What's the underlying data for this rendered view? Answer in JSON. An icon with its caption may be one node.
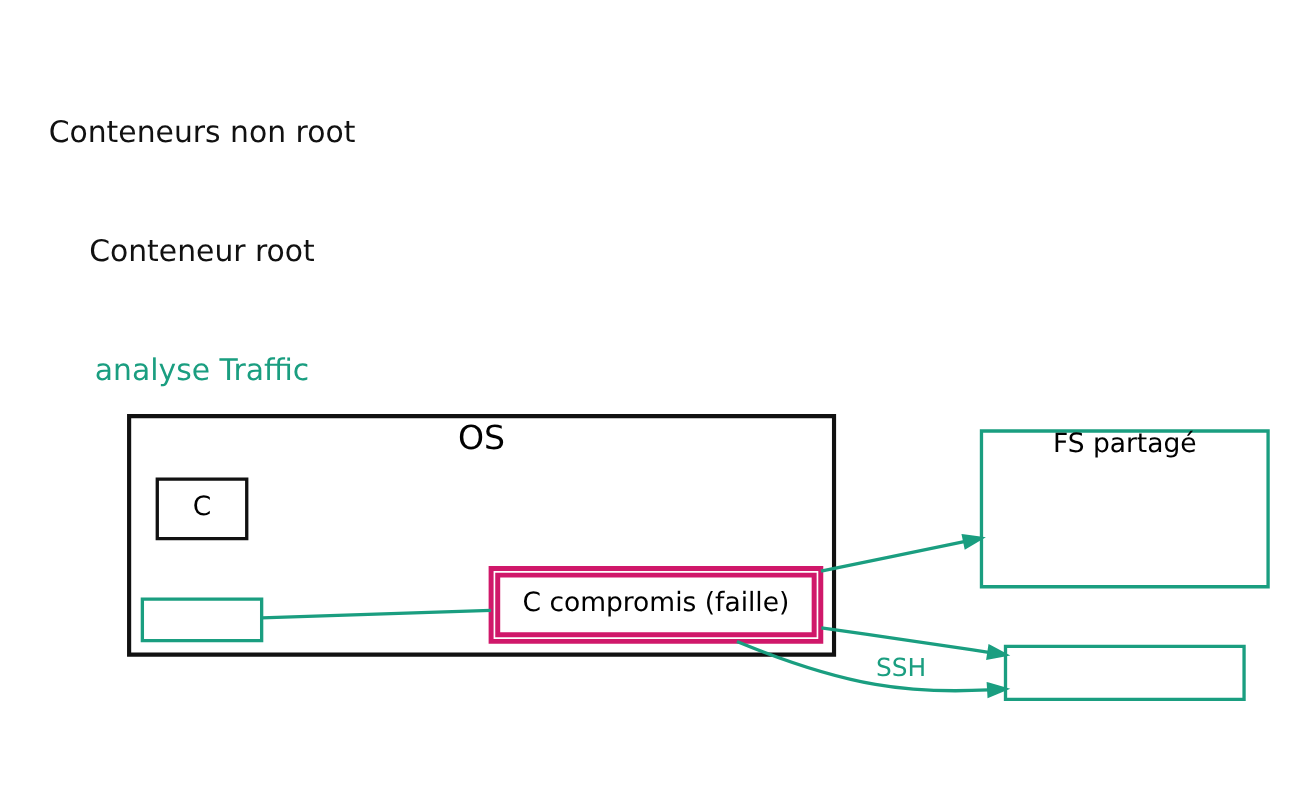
{
  "diagram": {
    "nodes": [
      {
        "text": [
          "OS"
        ]
      },
      {
        "text": [
          "C"
        ],
        "in": 0
      },
      {
        "text": [
          "C compromis (faille)"
        ],
        "in": 0
      },
      {
        "text": [],
        "shape": "box",
        "in": 0
      },
      {
        "text": [
          "FS partagé"
        ]
      },
      {
        "text": [],
        "shape": "box"
      }
    ],
    "edges": [
      {
        "from": 3,
        "to": 2,
        "arrow": "none"
      },
      {
        "from": 2,
        "to": 4,
        "arrow": "to"
      },
      {
        "from": 2,
        "to": 5,
        "arrow": "to"
      },
      {
        "from": 2,
        "to": 5,
        "arrow": "to",
        "label": "SSH"
      }
    ],
    "labels": [
      "analyse Traffic",
      "Conteneur root",
      "Conteneurs non root"
    ]
  }
}
